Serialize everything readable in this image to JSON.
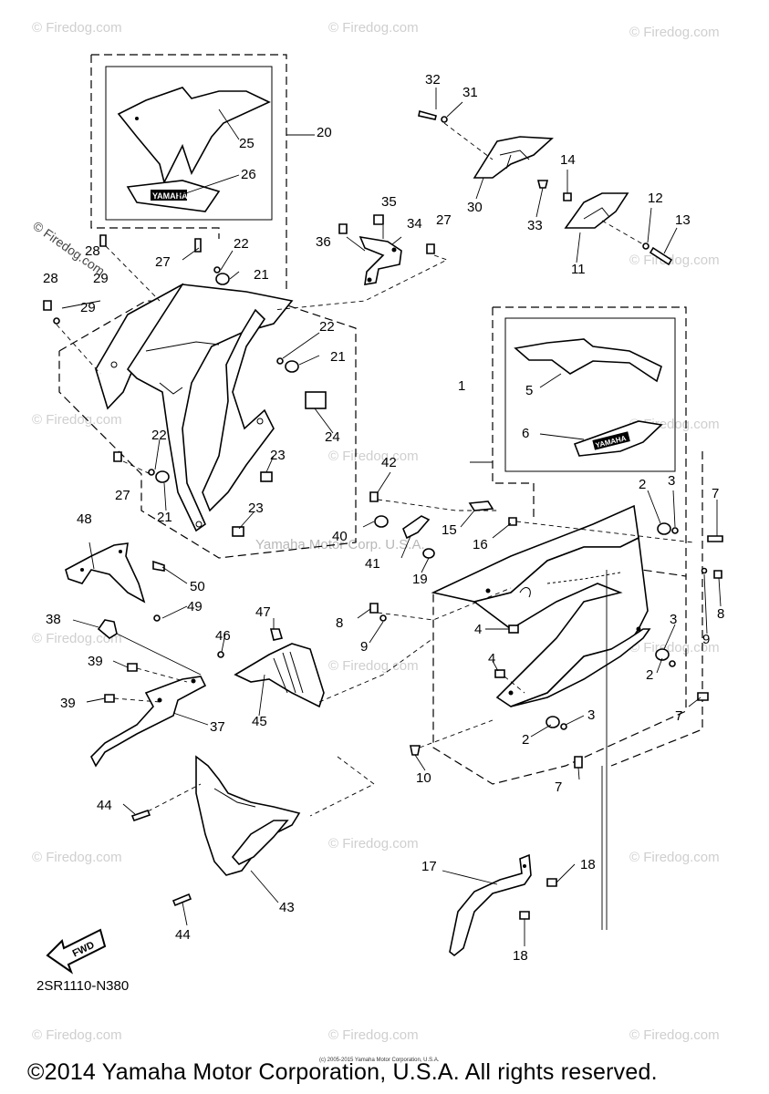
{
  "diagram": {
    "drawing_code": "2SR1110-N380",
    "copyright": "©2014 Yamaha Motor Corporation, U.S.A. All rights reserved.",
    "fine_print": "(c) 2005-2015 Yamaha Motor Corporation, U.S.A.",
    "center_watermark": "Yamaha Motor Corp. U.S.A.",
    "watermark": "© Firedog.com",
    "watermark_short": "© Firedog.com",
    "fwd_label": "FWD",
    "decal_text": "YAMAHA",
    "part_numbers": [
      "1",
      "2",
      "3",
      "4",
      "5",
      "6",
      "7",
      "8",
      "9",
      "10",
      "11",
      "12",
      "13",
      "14",
      "15",
      "16",
      "17",
      "18",
      "19",
      "20",
      "21",
      "22",
      "23",
      "24",
      "25",
      "26",
      "27",
      "28",
      "29",
      "30",
      "31",
      "32",
      "33",
      "34",
      "35",
      "36",
      "37",
      "38",
      "39",
      "40",
      "41",
      "42",
      "43",
      "44",
      "45",
      "46",
      "47",
      "48",
      "49",
      "50"
    ]
  }
}
